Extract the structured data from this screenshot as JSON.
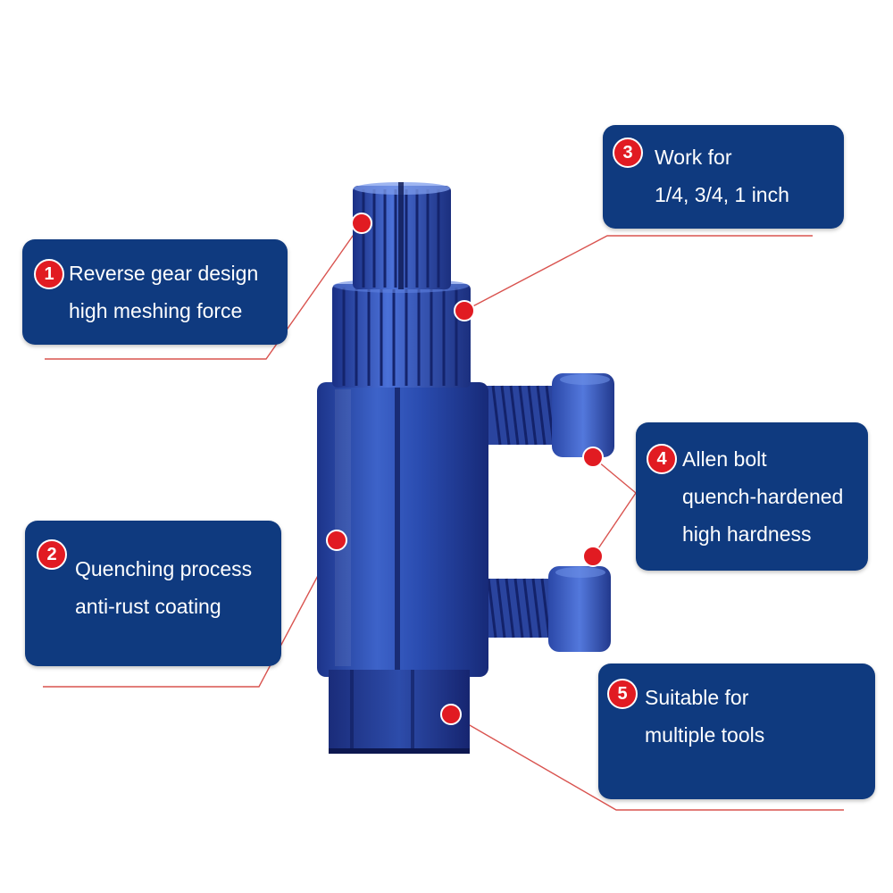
{
  "colors": {
    "callout_bg": "#0f3a7f",
    "badge": "#e11b22",
    "leader": "#d9534f",
    "part_blue": "#2c4fb0"
  },
  "callouts": [
    {
      "number": "1",
      "lines": [
        "Reverse gear design",
        "high meshing force"
      ]
    },
    {
      "number": "2",
      "lines": [
        "Quenching process",
        "anti-rust coating"
      ]
    },
    {
      "number": "3",
      "lines": [
        "Work for",
        "1/4, 3/4, 1 inch"
      ]
    },
    {
      "number": "4",
      "lines": [
        "Allen bolt",
        "quench-hardened",
        "high hardness"
      ]
    },
    {
      "number": "5",
      "lines": [
        "Suitable for",
        "multiple tools"
      ]
    }
  ]
}
